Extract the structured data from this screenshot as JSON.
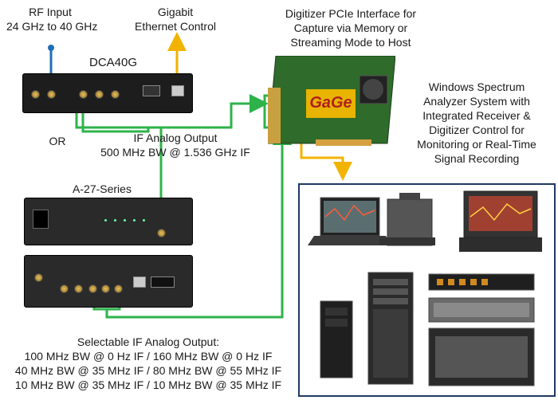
{
  "labels": {
    "rf_input_line1": "RF Input",
    "rf_input_line2": "24 GHz to 40 GHz",
    "gigabit_line1": "Gigabit",
    "gigabit_line2": "Ethernet Control",
    "digitizer_line1": "Digitizer PCIe Interface for",
    "digitizer_line2": "Capture via Memory or",
    "digitizer_line3": "Streaming Mode to Host",
    "dca_name": "DCA40G",
    "or": "OR",
    "if_output_line1": "IF Analog Output",
    "if_output_line2": "500 MHz BW @ 1.536 GHz IF",
    "a27_name": "A-27-Series",
    "windows_line1": "Windows Spectrum",
    "windows_line2": "Analyzer System with",
    "windows_line3": "Integrated Receiver &",
    "windows_line4": "Digitizer Control for",
    "windows_line5": "Monitoring or Real-Time",
    "windows_line6": "Signal Recording",
    "selectable_title": "Selectable IF Analog Output:",
    "selectable_line1": "100 MHz BW @ 0 Hz IF / 160 MHz BW @ 0 Hz IF",
    "selectable_line2": "40 MHz BW @ 35 MHz IF / 80 MHz BW @ 55 MHz IF",
    "selectable_line3": "10 MHz BW @ 35 MHz IF / 10 MHz BW @ 35 MHz IF"
  },
  "logo_text": "GaGe",
  "colors": {
    "rf_arrow": "#1f6fb5",
    "ethernet_arrow": "#f2b300",
    "if_arrow": "#2eb34a",
    "frame": "#1f3864",
    "board": "#2f6b2a",
    "logo_bg": "#e8b400",
    "logo_text": "#b02020"
  }
}
